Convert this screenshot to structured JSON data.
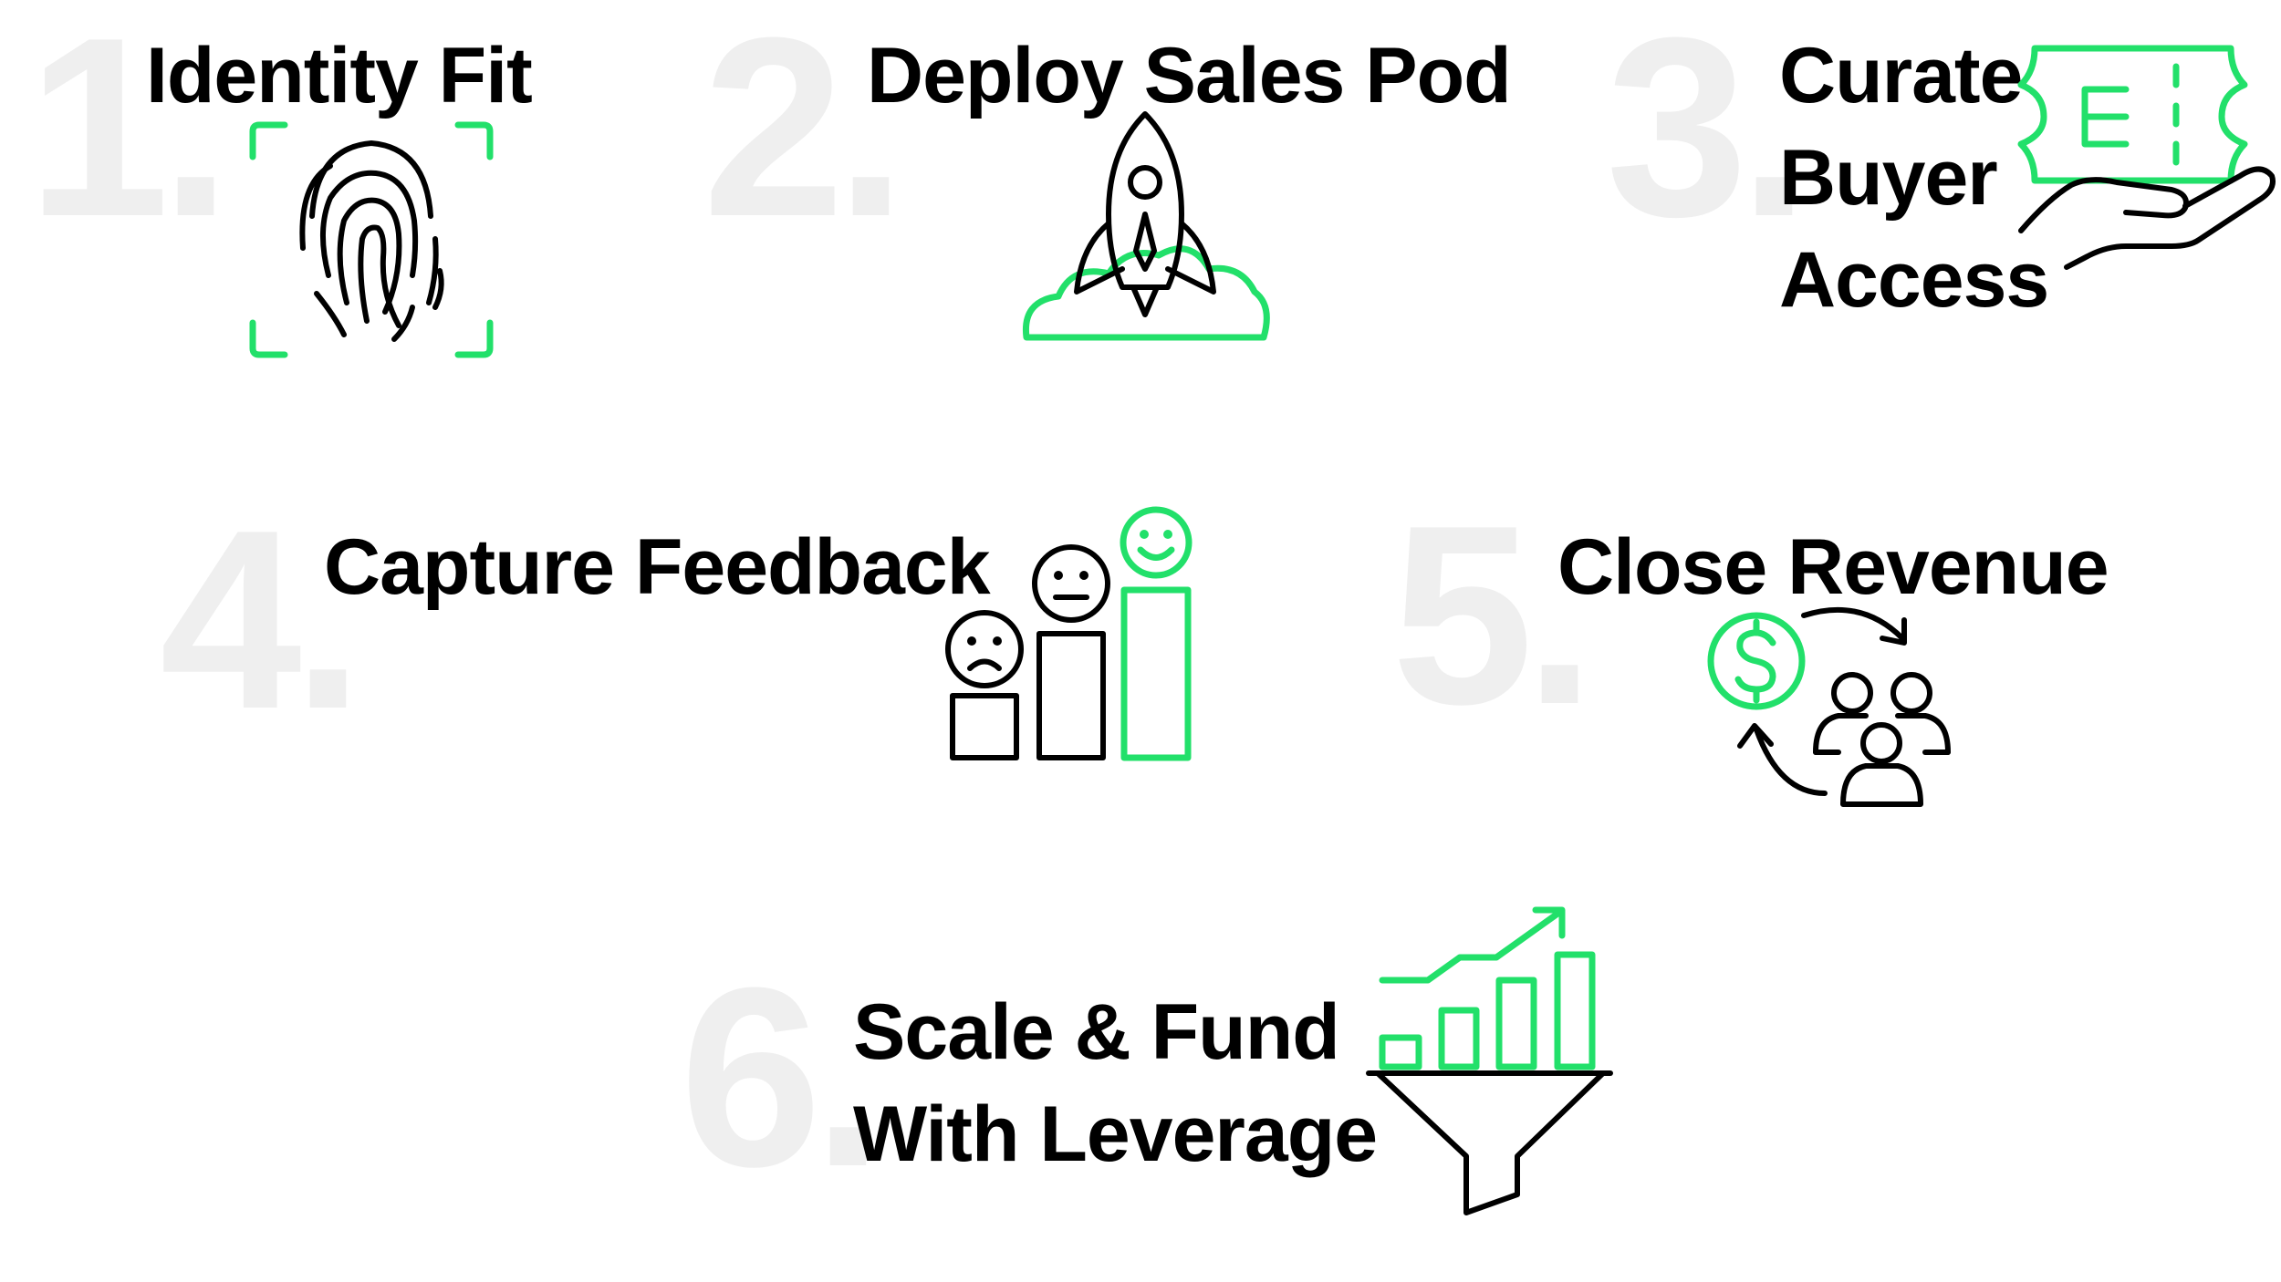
{
  "colors": {
    "accent": "#22e06a",
    "text": "#000000",
    "number": "#efefef",
    "background": "#ffffff"
  },
  "steps": [
    {
      "number": "1.",
      "title_lines": [
        "Identity Fit"
      ],
      "icon": "fingerprint-icon"
    },
    {
      "number": "2.",
      "title_lines": [
        "Deploy Sales Pod"
      ],
      "icon": "rocket-icon"
    },
    {
      "number": "3.",
      "title_lines": [
        "Curate",
        "Buyer",
        "Access"
      ],
      "icon": "ticket-hand-icon"
    },
    {
      "number": "4.",
      "title_lines": [
        "Capture Feedback"
      ],
      "icon": "feedback-bars-icon"
    },
    {
      "number": "5.",
      "title_lines": [
        "Close Revenue"
      ],
      "icon": "revenue-cycle-icon"
    },
    {
      "number": "6.",
      "title_lines": [
        "Scale & Fund",
        "With Leverage"
      ],
      "icon": "funnel-growth-icon"
    }
  ]
}
